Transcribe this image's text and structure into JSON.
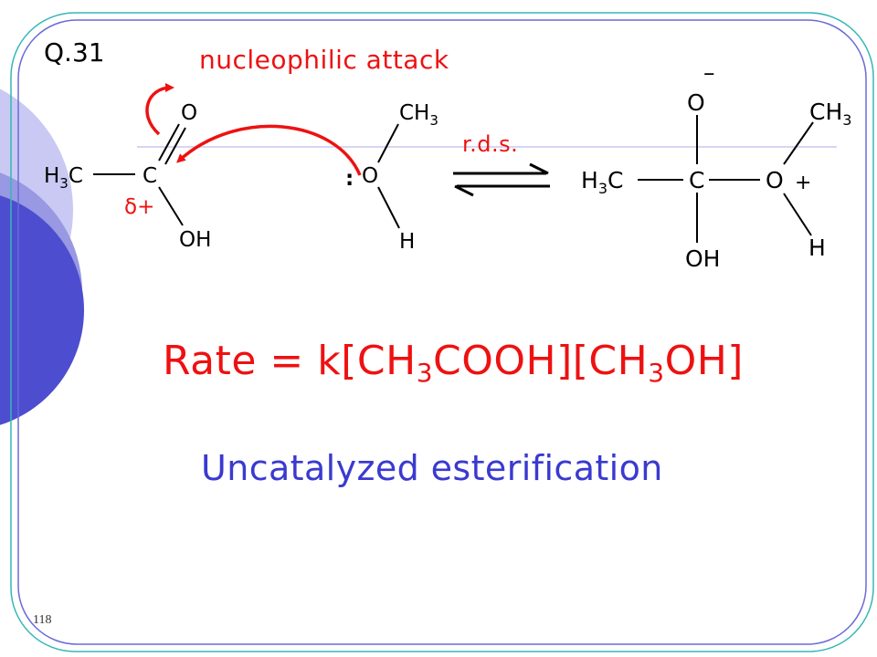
{
  "question_label": "Q.31",
  "step_label": "nucleophilic attack",
  "rds_label": "r.d.s.",
  "reactant_acid": {
    "atom_o_top": "O",
    "atom_c": "C",
    "atom_oh": "OH",
    "methyl_h": "H",
    "methyl_sub": "3",
    "methyl_c": "C",
    "partial_charge": "δ+"
  },
  "reactant_methanol": {
    "atom_o": "O",
    "lone_pair": ":",
    "methyl_ch": "CH",
    "methyl_sub": "3",
    "atom_h": "H"
  },
  "intermediate": {
    "atom_o_top": "O",
    "negative_charge": "–",
    "atom_c": "C",
    "atom_o_right": "O",
    "positive_charge": "+",
    "atom_oh": "OH",
    "methyl_left_h": "H",
    "methyl_left_sub": "3",
    "methyl_left_c": "C",
    "methyl_right_ch": "CH",
    "methyl_right_sub": "3",
    "atom_h": "H"
  },
  "rate_equation": {
    "prefix": "Rate = k[CH",
    "sub1": "3",
    "middle": "COOH][CH",
    "sub2": "3",
    "suffix": "OH]"
  },
  "caption": "Uncatalyzed esterification",
  "page_number": "118"
}
